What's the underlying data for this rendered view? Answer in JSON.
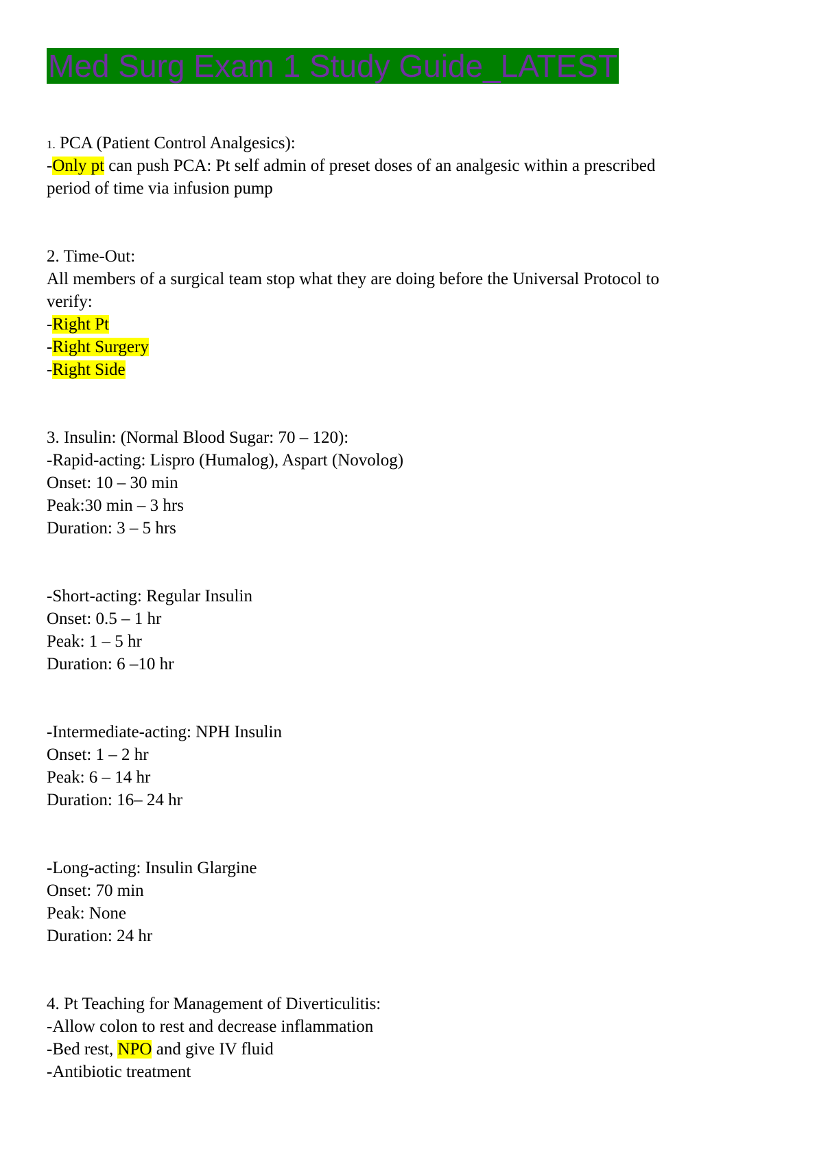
{
  "document": {
    "title": "Med Surg Exam 1 Study Guide_LATEST",
    "sections": {
      "pca": {
        "number": "1.",
        "heading": " PCA (Patient Control Analgesics):",
        "line1_prefix": "-",
        "line1_highlight": "Only pt",
        "line1_rest": " can push PCA: Pt self admin of preset doses of an analgesic within a prescribed",
        "line2": "period of time via infusion pump"
      },
      "timeout": {
        "heading": "2. Time-Out:",
        "line1": "All members of a surgical team stop what they are doing before the Universal Protocol to",
        "line2": "verify:",
        "items": [
          {
            "prefix": "-",
            "text": "Right Pt"
          },
          {
            "prefix": "-",
            "text": "Right Surgery"
          },
          {
            "prefix": "-",
            "text": "Right Side"
          }
        ]
      },
      "insulin": {
        "heading": "3. Insulin: (Normal Blood Sugar: 70 – 120):",
        "rapid": {
          "type": "-Rapid-acting: Lispro (Humalog), Aspart (Novolog)",
          "onset": "Onset: 10 – 30 min",
          "peak": "Peak:30 min – 3 hrs",
          "duration": "Duration: 3 – 5 hrs"
        },
        "short": {
          "type": "-Short-acting: Regular Insulin",
          "onset": "Onset: 0.5 – 1 hr",
          "peak": "Peak: 1 – 5 hr",
          "duration": "Duration: 6 –10 hr"
        },
        "intermediate": {
          "type": "-Intermediate-acting: NPH Insulin",
          "onset": "Onset: 1 – 2 hr",
          "peak": "Peak: 6 – 14 hr",
          "duration": "Duration: 16– 24 hr"
        },
        "long": {
          "type": "-Long-acting: Insulin Glargine",
          "onset": "Onset: 70 min",
          "peak": "Peak: None",
          "duration": "Duration: 24 hr"
        }
      },
      "diverticulitis": {
        "heading": "4. Pt Teaching for Management of Diverticulitis:",
        "line1": "-Allow colon to rest and decrease inflammation",
        "line2_prefix": "-Bed rest, ",
        "line2_highlight": "NPO",
        "line2_rest": " and give IV fluid",
        "line3": "-Antibiotic treatment"
      }
    },
    "colors": {
      "title_background": "#008000",
      "title_text": "#7030a0",
      "highlight": "#ffff00"
    }
  }
}
